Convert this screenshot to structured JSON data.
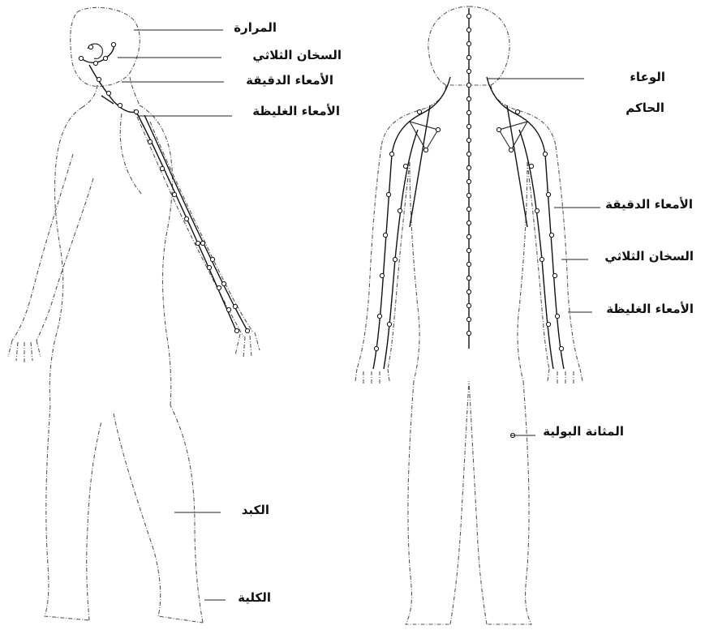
{
  "labels_left": {
    "gallbladder": "المرارة",
    "triple_burner": "السخان الثلاثي",
    "small_intestine": "الأمعاء الدقيقة",
    "large_intestine": "الأمعاء الغليظة",
    "liver": "الكبد",
    "kidney": "الكلية"
  },
  "labels_right": {
    "governing_vessel_line1": "الوعاء",
    "governing_vessel_line2": "الحاكم",
    "small_intestine": "الأمعاء الدقيقة",
    "triple_burner": "السخان الثلاثي",
    "large_intestine": "الأمعاء الغليظة",
    "bladder": "المثانة البولية"
  },
  "colors": {
    "outline": "#555555",
    "meridian": "#111111",
    "text": "#111111",
    "background": "#ffffff"
  }
}
